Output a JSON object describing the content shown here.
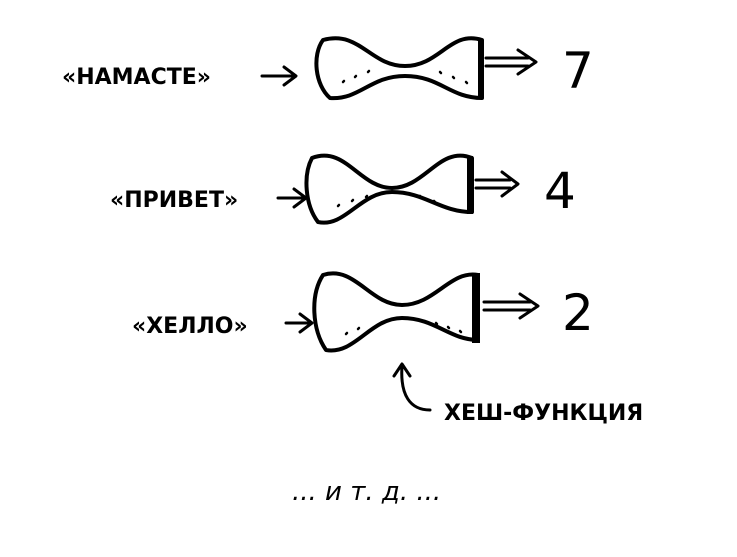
{
  "rows": [
    {
      "word": "«НАМАСТЕ»",
      "value": "7"
    },
    {
      "word": "«ПРИВЕТ»",
      "value": "4"
    },
    {
      "word": "«ХЕЛЛО»",
      "value": "2"
    }
  ],
  "hash_label": "ХЕШ-ФУНКЦИЯ",
  "ellipsis": "... и т. д. ..."
}
